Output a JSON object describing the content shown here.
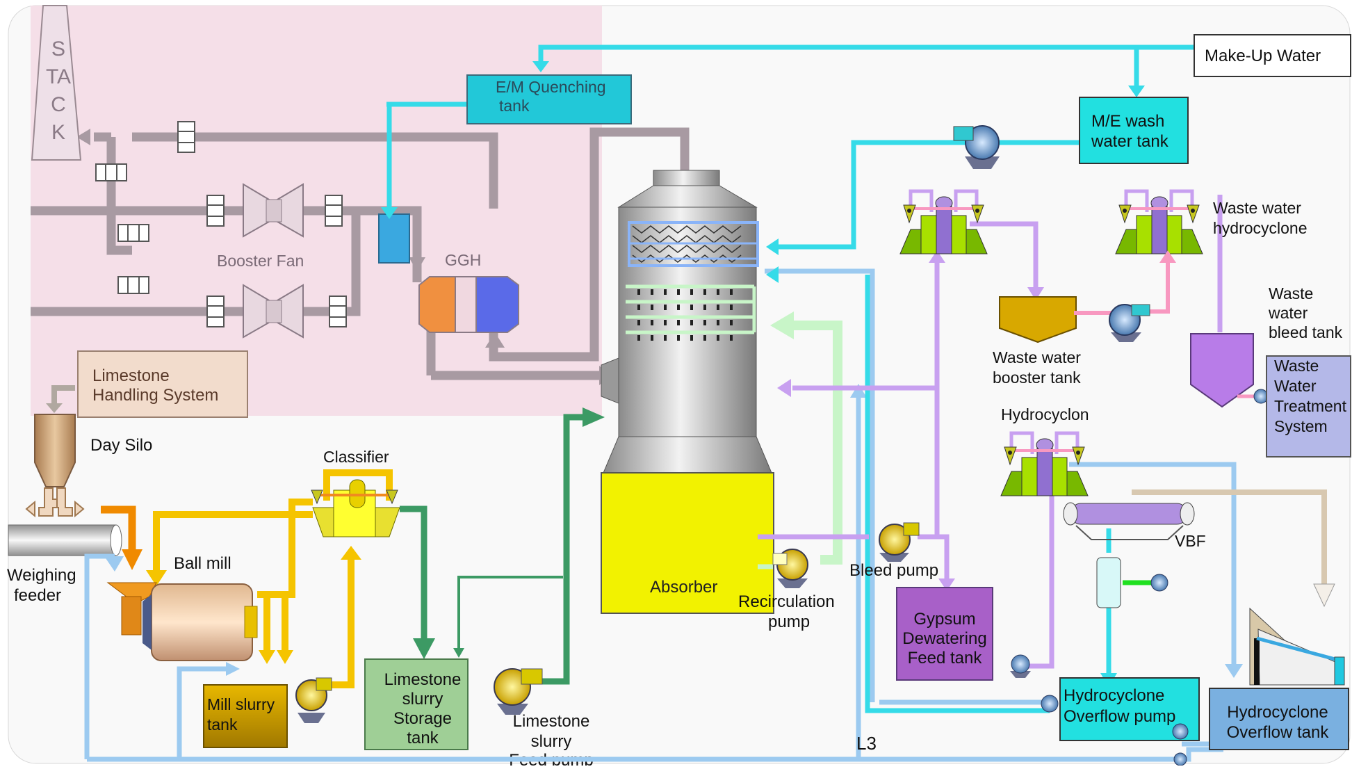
{
  "labels": {
    "stack": [
      "S",
      "TA",
      "C",
      "K"
    ],
    "makeup_water": "Make-Up Water",
    "quench_tank": [
      "E/M Quenching",
      "tank"
    ],
    "me_wash_tank": [
      "M/E wash",
      "water tank"
    ],
    "booster_fan": "Booster Fan",
    "ggh": "GGH",
    "limestone_handling": [
      "Limestone",
      "Handling System"
    ],
    "day_silo": "Day Silo",
    "weighing_feeder": [
      "Weighing",
      "feeder"
    ],
    "classifier": "Classifier",
    "ball_mill": "Ball mill",
    "mill_slurry_tank": [
      "Mill slurry",
      "tank"
    ],
    "limestone_storage": [
      "Limestone",
      "slurry",
      "Storage",
      "tank"
    ],
    "limestone_feed_pump": [
      "Limestone",
      "slurry",
      "Feed pump"
    ],
    "absorber": "Absorber",
    "recirculation_pump": [
      "Recirculation",
      "pump"
    ],
    "bleed_pump": "Bleed pump",
    "gypsum_tank": [
      "Gypsum",
      "Dewatering",
      "Feed tank"
    ],
    "ww_hydrocyclone": [
      "Waste water",
      "hydrocyclone"
    ],
    "ww_booster_tank": [
      "Waste water",
      "booster tank"
    ],
    "ww_bleed_tank": [
      "Waste",
      "water",
      "bleed tank"
    ],
    "wwts": [
      "Waste",
      "Water",
      "Treatment",
      "System"
    ],
    "hydrocyclon": "Hydrocyclon",
    "vbf": "VBF",
    "hc_overflow_pump": [
      "Hydrocyclone",
      "Overflow pump"
    ],
    "hc_overflow_tank": [
      "Hydrocyclone",
      "Overflow tank"
    ],
    "page_mark": "L3"
  },
  "colors": {
    "gas_zone": "#f5dfe8",
    "flue_gas": "#a89aa2",
    "water": "#35dbe8",
    "recirc": "#c8f5c8",
    "purple": "#c8a0f0",
    "green": "#3c9a64",
    "yellow": "#f5c400",
    "orange": "#f08a00",
    "blue_line": "#9ccaf0",
    "absorber_bottom": "#f2f200"
  }
}
